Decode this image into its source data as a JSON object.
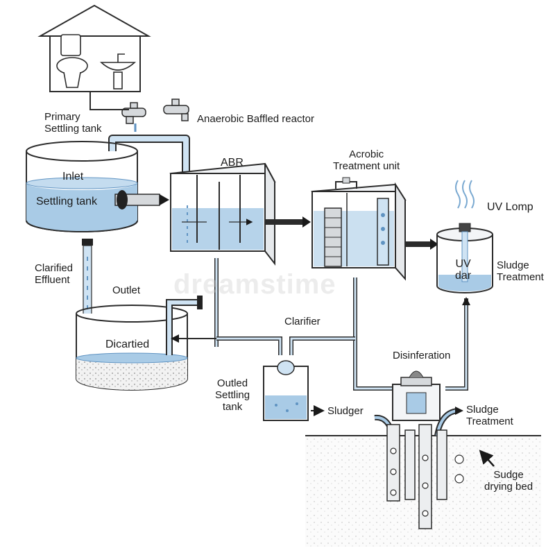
{
  "labels": {
    "primary_settling_tank": [
      "Primary",
      "Settling tank"
    ],
    "anaerobic_baffled_reactor": "Anaerobic Baffled reactor",
    "abr": "ABR",
    "aerobic_treatment_unit": [
      "Acrobic",
      "Treatment unit"
    ],
    "uv_lamp": "UV Lomp",
    "inlet": "Inlet",
    "settling_tank": "Settling tank",
    "uv_chamber": [
      "UV",
      "dar"
    ],
    "sludge_treatment_right": [
      "Sludge",
      "Treatment"
    ],
    "clarified_effluent": [
      "Clarified",
      "Effluent"
    ],
    "outlet": "Outlet",
    "clarifier": "Clarifier",
    "clarified_tank": "Dicartied",
    "disinfection": "Disinferation",
    "outlet_settling_tank": [
      "Outled",
      "Settling",
      "tank"
    ],
    "sludger": "Sludger",
    "sludge_treatment_bottom": [
      "Sludge",
      "Treatment"
    ],
    "sludge_drying_bed": [
      "Sudge",
      "drying bed"
    ]
  },
  "watermark": "dreamstime",
  "colors": {
    "water": "#a9cbe6",
    "water_dark": "#5f93c2",
    "pipe": "#cfe3f3",
    "outline": "#2b2b2b",
    "metal": "#c8ccd0"
  }
}
